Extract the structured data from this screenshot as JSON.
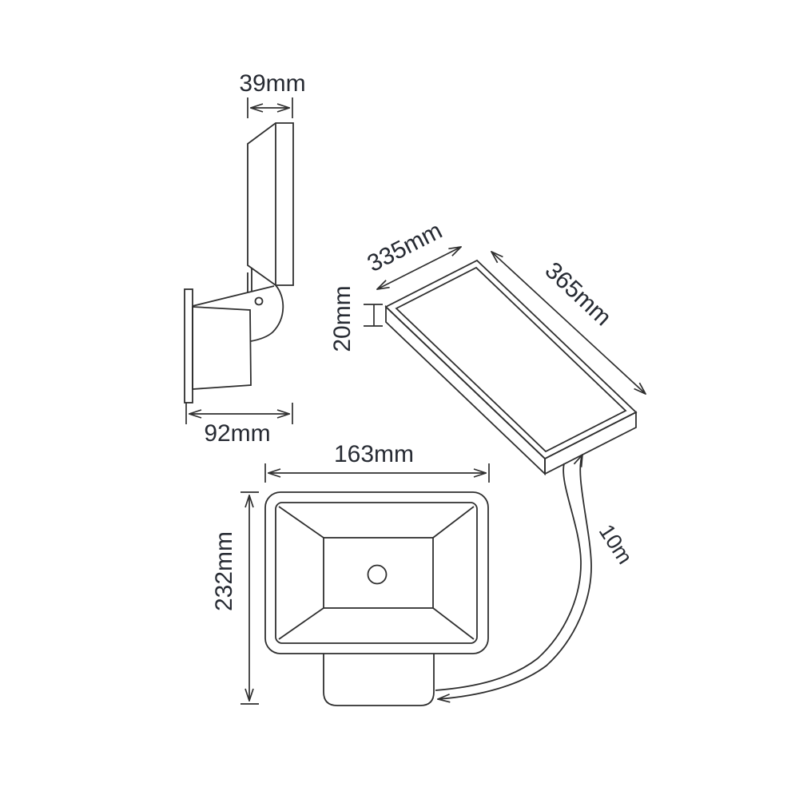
{
  "page": {
    "background": "#ffffff",
    "line_color": "#2f2f2f",
    "text_color": "#272b33",
    "description_labels": {
      "side_view_width": "39mm",
      "side_view_depth": "92mm",
      "panel_width": "335mm",
      "panel_length": "365mm",
      "panel_thickness": "20mm",
      "cable_length": "10m",
      "floodlight_width": "163mm",
      "floodlight_height": "232mm"
    }
  },
  "side_view": {
    "width_label": "39mm",
    "depth_label": "92mm"
  },
  "solar_panel": {
    "width_label": "335mm",
    "length_label": "365mm",
    "thickness_label": "20mm"
  },
  "front_view": {
    "width_label": "163mm",
    "height_label": "232mm"
  },
  "cable": {
    "length_label": "10m"
  }
}
